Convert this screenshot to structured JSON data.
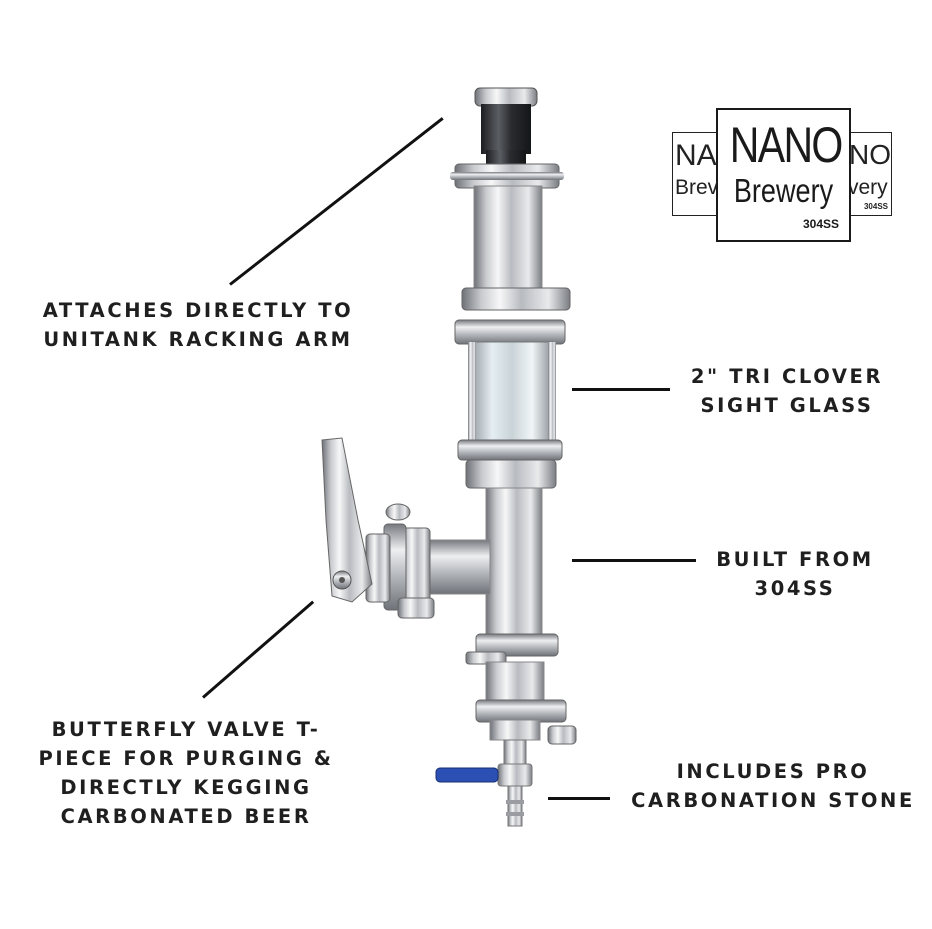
{
  "logo": {
    "left_text_top": "NA",
    "left_text_bottom": "Brev",
    "main_top": "NANO",
    "main_bottom": "Brewery",
    "main_material": "304SS",
    "right_text_top": "NO",
    "right_text_bottom": "very",
    "right_material": "304SS"
  },
  "callouts": {
    "racking_arm": {
      "line1": "ATTACHES DIRECTLY TO",
      "line2": "UNITANK RACKING ARM"
    },
    "sight_glass": {
      "line1": "2\" TRI CLOVER",
      "line2": "SIGHT GLASS"
    },
    "material": {
      "line1": "BUILT FROM",
      "line2": "304SS"
    },
    "butterfly": {
      "line1": "BUTTERFLY VALVE T-",
      "line2": "PIECE FOR PURGING &",
      "line3": "DIRECTLY KEGGING",
      "line4": "CARBONATED BEER"
    },
    "stone": {
      "line1": "INCLUDES PRO",
      "line2": "CARBONATION STONE"
    }
  },
  "colors": {
    "steel_light": "#e8e8ea",
    "steel_dark": "#7c7f85",
    "valve_handle": "#2b4fb3",
    "text": "#1f1f1f"
  }
}
